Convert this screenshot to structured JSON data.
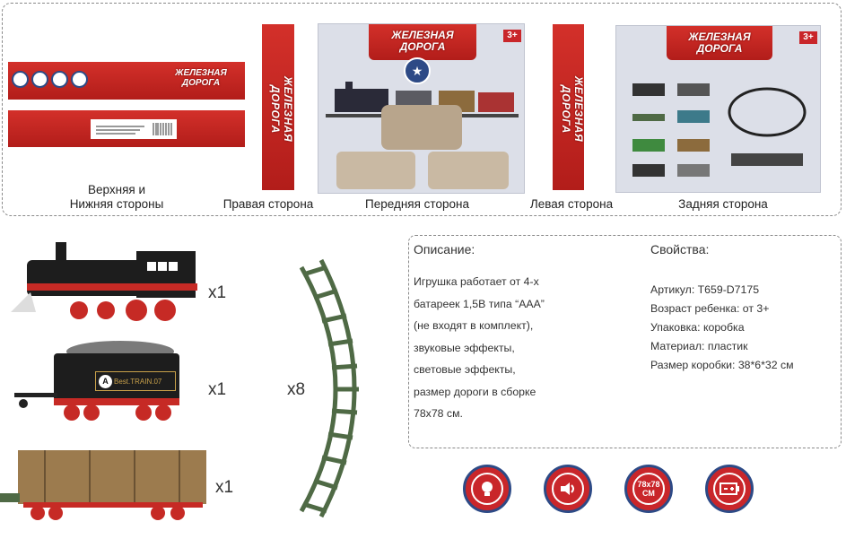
{
  "packaging": {
    "logo_text": "ЖЕЛЕЗНАЯ\nДОРОГА",
    "age_badge": "3+",
    "captions": {
      "top_bottom": "Верхняя и\nНижняя стороны",
      "right": "Правая сторона",
      "front": "Передняя сторона",
      "left": "Левая сторона",
      "back": "Задняя сторона"
    }
  },
  "components": [
    {
      "name": "locomotive",
      "qty": "x1"
    },
    {
      "name": "tender",
      "qty": "x1"
    },
    {
      "name": "hopper-car",
      "qty": "x1"
    },
    {
      "name": "track",
      "qty": "x8"
    }
  ],
  "tender_label": "Best.TRAIN.07",
  "tender_letter": "A",
  "description": {
    "title": "Описание:",
    "text": "Игрушка работает от 4-х\nбатареек 1,5В типа “AAA”\n(не входят в комплект),\nзвуковые эффекты,\nсветовые эффекты,\nразмер дороги в сборке\n78x78 см."
  },
  "properties": {
    "title": "Свойства:",
    "items": [
      "Артикул: T659-D7175",
      "Возраст ребенка: от 3+",
      "Упаковка: коробка",
      "Материал: пластик",
      "Размер коробки: 38*6*32 см"
    ]
  },
  "badges": [
    {
      "icon": "bulb-icon",
      "text": ""
    },
    {
      "icon": "speaker-icon",
      "text": ""
    },
    {
      "icon": "",
      "text": "78x78\nСМ"
    },
    {
      "icon": "battery-icon",
      "text": ""
    }
  ],
  "colors": {
    "box_red": "#c62a25",
    "badge_blue": "#2d4a86",
    "track_green": "#4f6a45"
  }
}
